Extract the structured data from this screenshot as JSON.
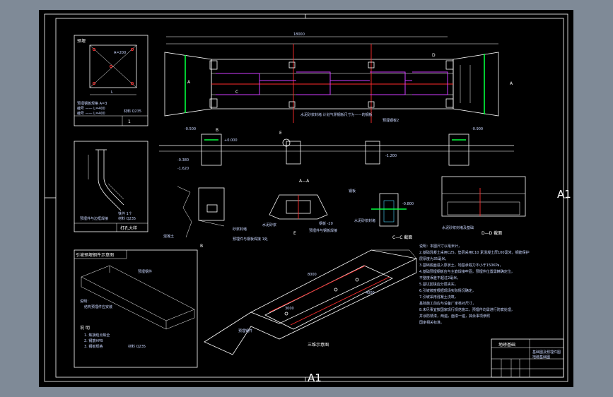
{
  "sheet": {
    "size_label_right": "A1",
    "size_label_bottom": "A1"
  },
  "plan": {
    "overall_dim": "18000",
    "section_mark_left": "A",
    "section_mark_right": "A",
    "mark_b": "B",
    "mark_c": "C",
    "mark_d": "D",
    "note_a": "水泥砂浆封堵  计划气罞钢板尺寸为——的钢板",
    "note_b": "预埋钢板2"
  },
  "elevation": {
    "mark_b": "B",
    "mark_e": "E",
    "levels": [
      "-0.500",
      "+0.000",
      "-0.380",
      "-1.620",
      "-1.200",
      "-0.900"
    ]
  },
  "detail_anchor": {
    "title": "预埋",
    "lines": [
      "预埋钢板规格  A=3",
      "编号  ——  L=400",
      "编号  ——  L=400"
    ],
    "material": "材料 Q235",
    "dim_a": "A=200",
    "dim_l": "L"
  },
  "detail_bolt": {
    "label": "铁件  1个",
    "material": "材料 Q235",
    "note": "预埋件与边框焊接",
    "caption": "打孔大样"
  },
  "detail_frame": {
    "title": "引坡预埋钢件示意图",
    "label_1": "预埋钢件",
    "note_title": "说明：",
    "note": "结构预埋件应安装",
    "list_title": "说 明",
    "list": [
      "1. 焦接结点焦全",
      "2. 钢筋HPB",
      "3. 钢板规格"
    ],
    "material": "材料 Q235"
  },
  "section_b": {
    "mark": "B",
    "labels": [
      "混凝土",
      "砂浆封堵",
      "预埋件与钢板焊接 1处"
    ]
  },
  "section_aa": {
    "title": "A—A",
    "mark_e": "E",
    "labels": [
      "水泥砂浆",
      "预埋件与钢板焊接",
      "钢板  -20"
    ]
  },
  "section_cc": {
    "title": "C—C 截面",
    "labels": [
      "钢板",
      "水泥砂浆封堵",
      "-0.800"
    ]
  },
  "section_d": {
    "title": "D—D 截面",
    "label": "水泥砂浆封堵及基础"
  },
  "iso": {
    "title": "三维示意图",
    "dims": [
      "8000",
      "3000",
      "4000"
    ],
    "label": "预埋钢件"
  },
  "notes": {
    "lines": [
      "说明：本图尺寸以毫米计，",
      "2.基础混凝土采用C25，垫层采用C10 素混凝土厚100毫米，钢筋保护",
      "  层厚度为35毫米，",
      "3.基础底面进入原状土，地基承载力不小于150KPa，",
      "4.基础预埋钢板应与主筋焊接牢固，预埋件位置需精确定位，",
      "   平整度误差不超过2毫米，",
      "5.基坑回填应分层夹实，",
      "6.引坡坡度根据现场实际情况确定，",
      "7.引坡采用混凝土浇筑，",
      "   基础施工前应与设备厂家核对尺寸，",
      "8.未尽事宜按国家现行规范施工，预埋件均需进行防腐处理，",
      "   并涂防锈漆，两遍，面漆一遍，其余事项参照",
      "   国家相关标准。"
    ]
  },
  "title_block": {
    "name": "地磅基础",
    "subtitle": "基础图及预埋件图",
    "subtitle2": "地磅基础图"
  }
}
